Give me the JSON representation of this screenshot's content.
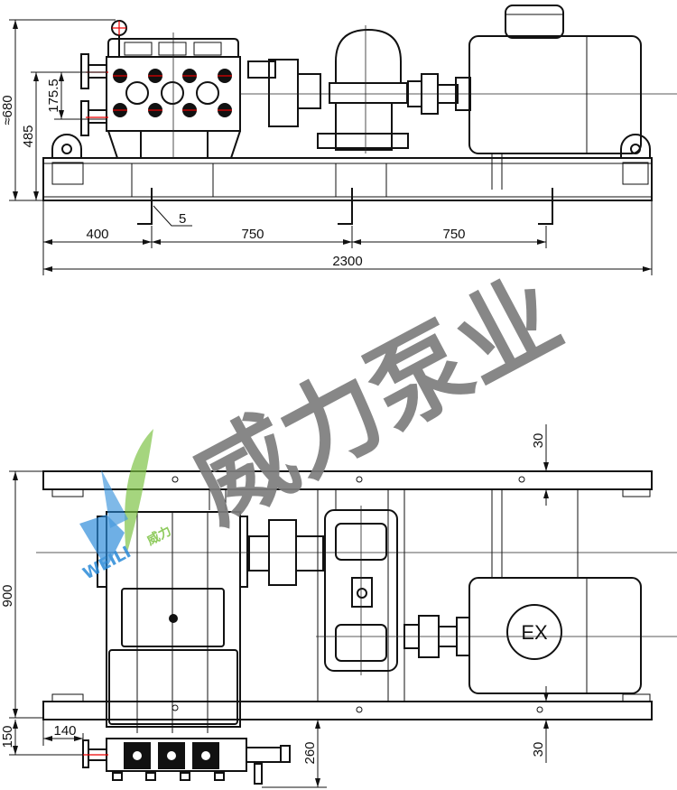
{
  "top_view": {
    "dims": {
      "height_total": "≈680",
      "height_axis": "485",
      "port_spacing": "175.5",
      "bolt_callout": "5",
      "seg_1": "400",
      "seg_2": "750",
      "seg_3": "750",
      "length_total": "2300"
    }
  },
  "plan_view": {
    "dims": {
      "width": "900",
      "offset_150": "150",
      "offset_140": "140",
      "offset_260": "260",
      "margin_top": "30",
      "margin_bottom": "30"
    },
    "motor_mark": "EX"
  },
  "watermark": {
    "text": "威力泵业"
  },
  "logo": {
    "latin": "WEILI",
    "chinese": "威力"
  },
  "colors": {
    "line": "#111111",
    "center_mark": "#e00000",
    "watermark": "#7d7d7d",
    "logo_blue": "#2a8ad8",
    "logo_green": "#7cc242"
  }
}
